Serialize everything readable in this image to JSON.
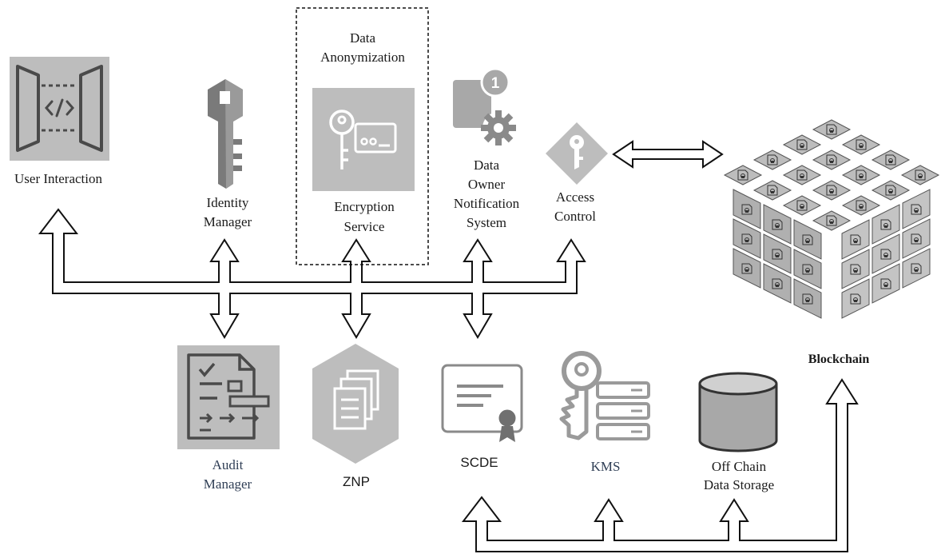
{
  "labels": {
    "user_interaction": "User Interaction",
    "identity_manager_1": "Identity",
    "identity_manager_2": "Manager",
    "data_anonymization_1": "Data",
    "data_anonymization_2": "Anonymization",
    "encryption_service_1": "Encryption",
    "encryption_service_2": "Service",
    "notification_1": "Data",
    "notification_2": "Owner",
    "notification_3": "Notification",
    "notification_4": "System",
    "notification_badge": "1",
    "access_control_1": "Access",
    "access_control_2": "Control",
    "audit_manager_1": "Audit",
    "audit_manager_2": "Manager",
    "znp": "ZNP",
    "scde": "SCDE",
    "kms": "KMS",
    "off_chain_1": "Off Chain",
    "off_chain_2": "Data Storage",
    "blockchain": "Blockchain"
  },
  "icons": {
    "user_interaction": "api-gateway-icon",
    "identity_manager": "key-icon",
    "encryption_service": "key-card-icon",
    "notification": "notification-gear-icon",
    "access_control": "access-key-diamond-icon",
    "audit_manager": "checklist-icon",
    "znp": "documents-hexagon-icon",
    "scde": "certificate-icon",
    "kms": "key-server-icon",
    "off_chain": "database-cylinder-icon",
    "blockchain": "block-cube-icon"
  },
  "colors": {
    "icon_tile": "#bdbdbd",
    "icon_dark": "#4a4a4a",
    "text_blue": "#2f3e55"
  }
}
